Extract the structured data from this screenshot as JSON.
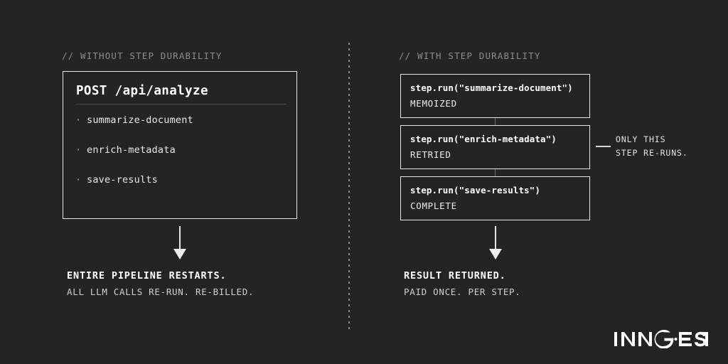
{
  "theme": {
    "background": "#242424",
    "foreground": "#f2f2f2",
    "comment_color": "#8d8d8d",
    "border_color": "#e8e8e8",
    "muted_color": "#cfcfcf"
  },
  "left_panel": {
    "comment": "// WITHOUT STEP DURABILITY",
    "endpoint": {
      "title": "POST /api/analyze",
      "bullet_glyph": "·",
      "steps": [
        "summarize-document",
        "enrich-metadata",
        "save-results"
      ]
    },
    "arrow": "arrow-down",
    "outcome": {
      "headline": "ENTIRE PIPELINE RESTARTS.",
      "detail": "ALL LLM CALLS RE-RUN. RE-BILLED."
    }
  },
  "right_panel": {
    "comment": "// WITH STEP DURABILITY",
    "steps": [
      {
        "call": "step.run(\"summarize-document\")",
        "state": "MEMOIZED"
      },
      {
        "call": "step.run(\"enrich-metadata\")",
        "state": "RETRIED"
      },
      {
        "call": "step.run(\"save-results\")",
        "state": "COMPLETE"
      }
    ],
    "annotation": {
      "line1": "ONLY THIS",
      "line2": "STEP RE-RUNS."
    },
    "arrow": "arrow-down",
    "outcome": {
      "headline": "RESULT RETURNED.",
      "detail": "PAID ONCE. PER STEP."
    }
  },
  "brand": {
    "name": "INNGEST"
  }
}
